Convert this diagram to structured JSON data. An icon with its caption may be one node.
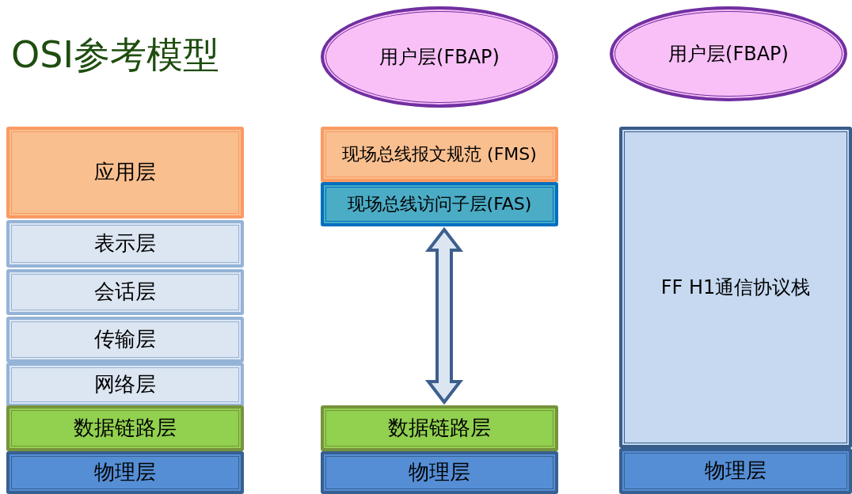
{
  "diagram": {
    "title": "OSI参考模型",
    "nodes": [
      {
        "text": [
          "应用层"
        ]
      },
      {
        "text": [
          "表示层"
        ]
      },
      {
        "text": [
          "会话层"
        ]
      },
      {
        "text": [
          "传输层"
        ]
      },
      {
        "text": [
          "网络层"
        ]
      },
      {
        "text": [
          "数据链路层"
        ]
      },
      {
        "text": [
          "物理层"
        ]
      },
      {
        "text": [
          "用户层(FBAP)"
        ]
      },
      {
        "text": [
          "现场总线报文规范 (FMS)"
        ]
      },
      {
        "text": [
          "现场总线访问子层(FAS)"
        ]
      },
      {
        "text": [
          "数据链路层"
        ]
      },
      {
        "text": [
          "物理层"
        ]
      },
      {
        "text": [
          "用户层(FBAP)"
        ]
      },
      {
        "text": [
          "FF H1通信协议栈"
        ]
      },
      {
        "text": [
          "物理层"
        ]
      }
    ],
    "edges": [
      {
        "from": 9,
        "to": 10,
        "arrow": "both"
      }
    ]
  }
}
